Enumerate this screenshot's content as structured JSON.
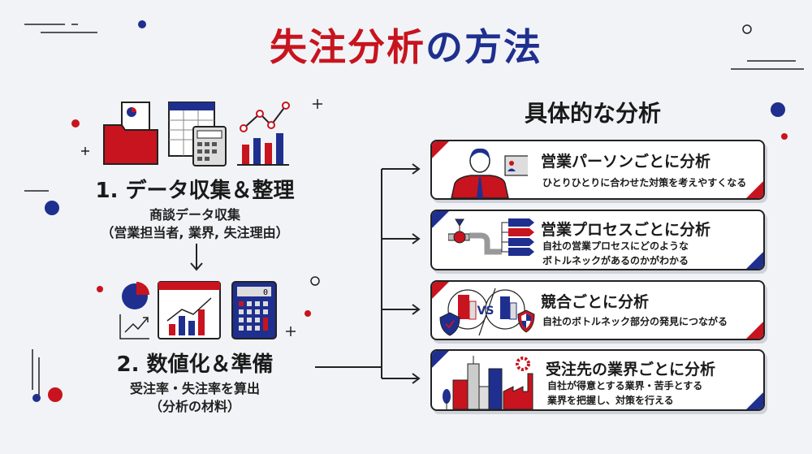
{
  "title": {
    "part_red": "失注分析",
    "part_blue": "の方法"
  },
  "colors": {
    "red": "#c8141e",
    "blue": "#1f2f8f",
    "text": "#1a1a1a",
    "background": "#f1f3f6"
  },
  "steps": [
    {
      "title": "1. データ収集＆整理",
      "lines": [
        "商談データ収集",
        "（営業担当者, 業界, 失注理由）"
      ],
      "icons": [
        "folder-icon",
        "spreadsheet-icon",
        "calculator-icon",
        "line-bar-chart-icon"
      ]
    },
    {
      "title": "2. 数値化＆準備",
      "lines": [
        "受注率・失注率を算出",
        "（分析の材料）"
      ],
      "icons": [
        "pie-chart-icon",
        "trend-chart-icon",
        "dashboard-icon",
        "calculator-icon"
      ],
      "calculator_display": "0"
    }
  ],
  "right_heading": "具体的な分析",
  "cards": [
    {
      "title": "営業パーソンごとに分析",
      "lines": [
        "ひとりひとりに合わせた対策を考えやすくなる"
      ],
      "icon": "salesperson-icon"
    },
    {
      "title": "営業プロセスごとに分析",
      "lines": [
        "自社の営業プロセスにどのような",
        "ボトルネックがあるのかがわかる"
      ],
      "icon": "pipe-process-icon"
    },
    {
      "title": "競合ごとに分析",
      "lines": [
        "自社のボトルネック部分の発見につながる"
      ],
      "icon": "versus-buildings-icon",
      "vs_label": "VS"
    },
    {
      "title": "受注先の業界ごとに分析",
      "lines": [
        "自社が得意とする業界・苦手とする",
        "業界を把握し、対策を行える"
      ],
      "icon": "industry-city-icon"
    }
  ]
}
